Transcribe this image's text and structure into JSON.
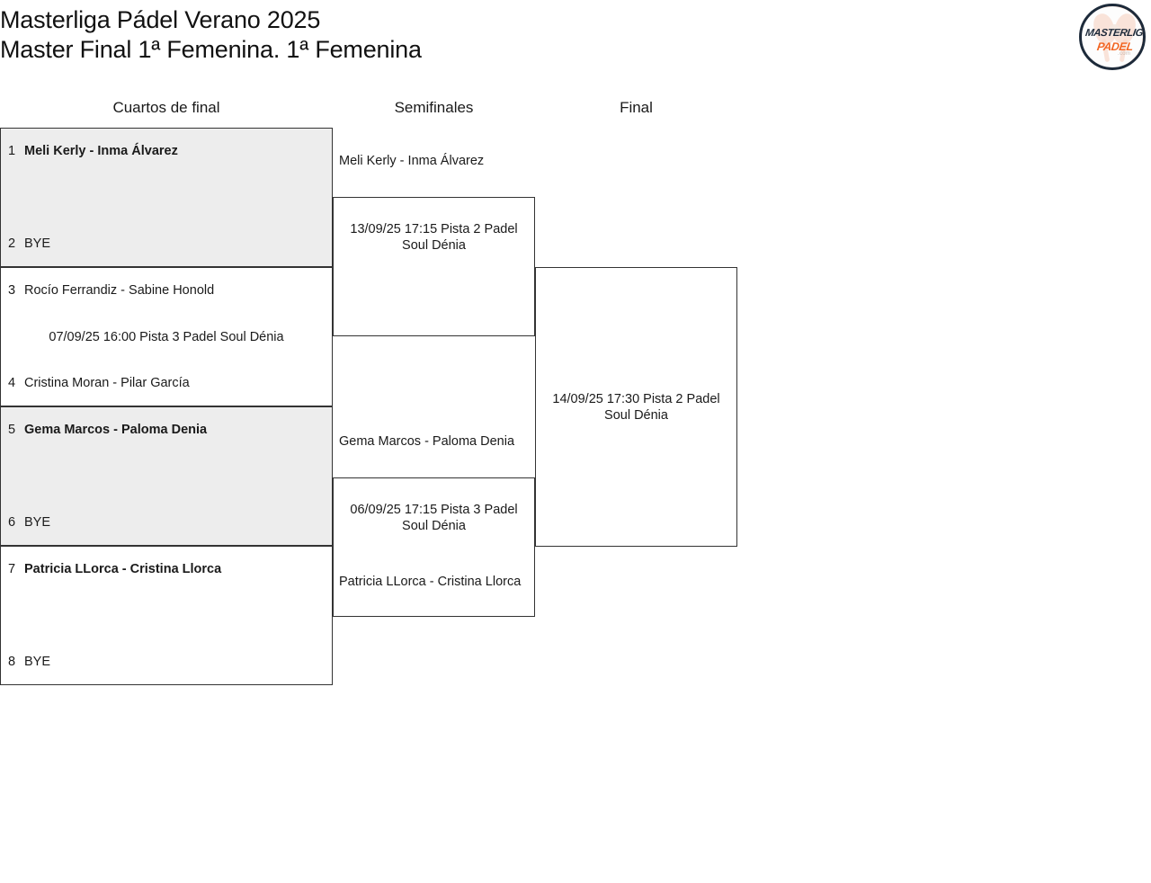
{
  "tournament": {
    "title_line1": "Masterliga Pádel Verano 2025",
    "title_line2": "Master Final 1ª Femenina. 1ª Femenina"
  },
  "logo": {
    "name": "masterliga-padel-logo",
    "text_top": "MASTERLIGA",
    "text_bottom": "PADEL",
    "text_domain": ".com",
    "color_dark": "#1d2a3a",
    "color_accent": "#f26522"
  },
  "rounds": [
    {
      "id": "qf",
      "label": "Cuartos de final"
    },
    {
      "id": "sf",
      "label": "Semifinales"
    },
    {
      "id": "f",
      "label": "Final"
    }
  ],
  "colors": {
    "shaded_box": "#ededed",
    "box_border": "#333333",
    "text": "#1a1a1a",
    "background": "#ffffff"
  },
  "bracket": {
    "quarterfinals": [
      {
        "shaded": true,
        "top": {
          "seed": "1",
          "team": "Meli Kerly - Inma Álvarez",
          "winner": true
        },
        "bottom": {
          "seed": "2",
          "team": "BYE",
          "winner": false
        },
        "match_info": ""
      },
      {
        "shaded": false,
        "top": {
          "seed": "3",
          "team": "Rocío Ferrandiz - Sabine Honold",
          "winner": false
        },
        "bottom": {
          "seed": "4",
          "team": "Cristina Moran - Pilar García",
          "winner": false
        },
        "match_info": "07/09/25 16:00 Pista 3 Padel Soul Dénia"
      },
      {
        "shaded": true,
        "top": {
          "seed": "5",
          "team": "Gema Marcos - Paloma Denia",
          "winner": true
        },
        "bottom": {
          "seed": "6",
          "team": "BYE",
          "winner": false
        },
        "match_info": ""
      },
      {
        "shaded": false,
        "top": {
          "seed": "7",
          "team": "Patricia LLorca - Cristina Llorca",
          "winner": true
        },
        "bottom": {
          "seed": "8",
          "team": "BYE",
          "winner": false
        },
        "match_info": ""
      }
    ],
    "semifinals": [
      {
        "match_info": "13/09/25 17:15 Pista 2 Padel Soul Dénia",
        "team_top": "Meli Kerly - Inma Álvarez",
        "team_bottom": "Gema Marcos - Paloma Denia"
      },
      {
        "match_info": "06/09/25 17:15 Pista 3 Padel Soul Dénia",
        "team_top": "",
        "team_bottom": "Patricia LLorca - Cristina Llorca"
      }
    ],
    "final": {
      "match_info": "14/09/25 17:30 Pista 2 Padel Soul Dénia"
    }
  }
}
